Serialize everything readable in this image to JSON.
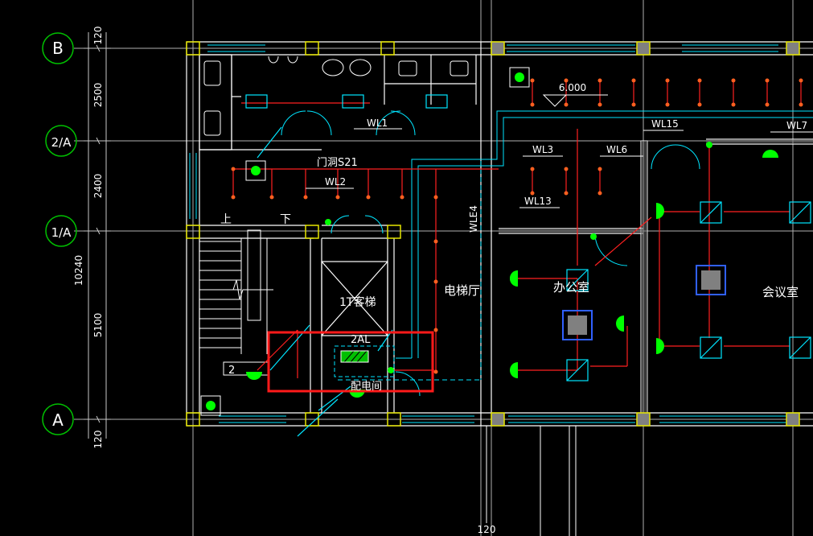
{
  "axes": [
    {
      "id": "B",
      "label": "B"
    },
    {
      "id": "2A",
      "label": "2/A"
    },
    {
      "id": "1A",
      "label": "1/A"
    },
    {
      "id": "A",
      "label": "A"
    }
  ],
  "dimensions": {
    "top": "120",
    "d1": "2500",
    "d2": "2400",
    "total": "10240",
    "d3": "5100",
    "bottom": "120",
    "bottom_center": "120"
  },
  "circuits": {
    "wl1": "WL1",
    "wl2": "WL2",
    "wl3": "WL3",
    "wl6": "WL6",
    "wl7": "WL7",
    "wl13": "WL13",
    "wl15": "WL15",
    "wle4": "WLE4"
  },
  "labels": {
    "elevation": "6.000",
    "door_hole": "门洞S21",
    "up": "上",
    "down": "下",
    "elevator_hall": "电梯厅",
    "elevator": "1T客梯",
    "panel": "2AL",
    "distribution_room": "配电间",
    "office": "办公室",
    "meeting_room": "会议室",
    "stair_no": "2"
  },
  "colors": {
    "background": "#000000",
    "wall": "#ffffff",
    "axis": "#00c000",
    "wiring": "#ff2020",
    "cyan": "#00e5ff",
    "highlight": "#ff1a1a",
    "lamp": "#00ff00",
    "column": "#e6e600"
  }
}
